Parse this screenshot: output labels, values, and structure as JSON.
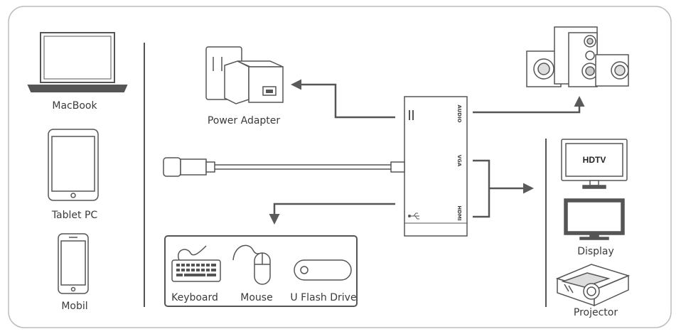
{
  "devices": {
    "macbook": "MacBook",
    "tablet": "Tablet PC",
    "mobile": "Mobil"
  },
  "power": {
    "label": "Power Adapter"
  },
  "hub": {
    "ports": [
      "AUDIO",
      "VGA",
      "HDMI"
    ]
  },
  "peripherals": {
    "keyboard": "Keyboard",
    "mouse": "Mouse",
    "flash": "U Flash Drive"
  },
  "displays": {
    "hdtv_screen": "HDTV",
    "display": "Display",
    "projector": "Projector"
  },
  "colors": {
    "line": "#555555",
    "arrow": "#5a5a5a",
    "frame": "#bdbdbd",
    "text": "#3a3a3a"
  }
}
